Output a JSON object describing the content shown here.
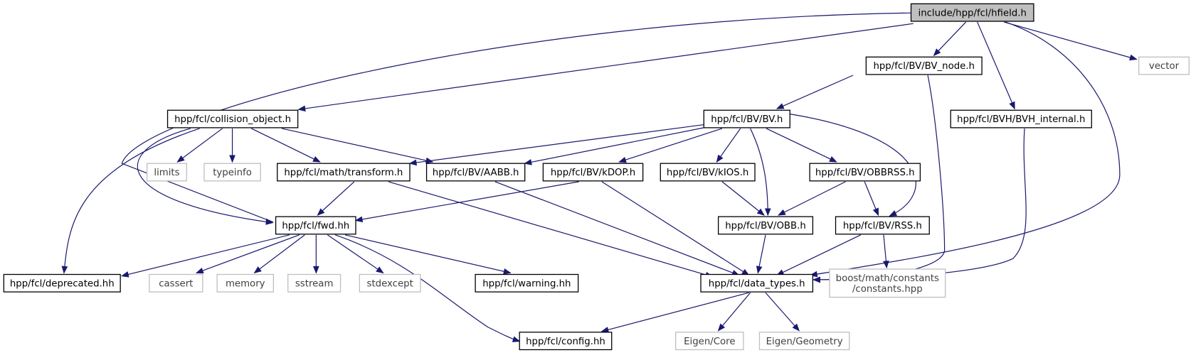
{
  "diagram": {
    "type": "include-dependency-graph",
    "nodes": [
      {
        "id": "hfield",
        "label": "include/hpp/fcl/hfield.h",
        "kind": "root"
      },
      {
        "id": "bvnode",
        "label": "hpp/fcl/BV/BV_node.h",
        "kind": "internal"
      },
      {
        "id": "vector",
        "label": "vector",
        "kind": "external"
      },
      {
        "id": "collobj",
        "label": "hpp/fcl/collision_object.h",
        "kind": "internal"
      },
      {
        "id": "bv",
        "label": "hpp/fcl/BV/BV.h",
        "kind": "internal"
      },
      {
        "id": "bvhint",
        "label": "hpp/fcl/BVH/BVH_internal.h",
        "kind": "internal"
      },
      {
        "id": "limits",
        "label": "limits",
        "kind": "external"
      },
      {
        "id": "typeinfo",
        "label": "typeinfo",
        "kind": "external"
      },
      {
        "id": "transform",
        "label": "hpp/fcl/math/transform.h",
        "kind": "internal"
      },
      {
        "id": "aabb",
        "label": "hpp/fcl/BV/AABB.h",
        "kind": "internal"
      },
      {
        "id": "kdop",
        "label": "hpp/fcl/BV/kDOP.h",
        "kind": "internal"
      },
      {
        "id": "kios",
        "label": "hpp/fcl/BV/kIOS.h",
        "kind": "internal"
      },
      {
        "id": "obbrss",
        "label": "hpp/fcl/BV/OBBRSS.h",
        "kind": "internal"
      },
      {
        "id": "fwd",
        "label": "hpp/fcl/fwd.hh",
        "kind": "internal"
      },
      {
        "id": "obb",
        "label": "hpp/fcl/BV/OBB.h",
        "kind": "internal"
      },
      {
        "id": "rss",
        "label": "hpp/fcl/BV/RSS.h",
        "kind": "internal"
      },
      {
        "id": "deprecated",
        "label": "hpp/fcl/deprecated.hh",
        "kind": "internal"
      },
      {
        "id": "cassert",
        "label": "cassert",
        "kind": "external"
      },
      {
        "id": "memory",
        "label": "memory",
        "kind": "external"
      },
      {
        "id": "sstream",
        "label": "sstream",
        "kind": "external"
      },
      {
        "id": "stdexcept",
        "label": "stdexcept",
        "kind": "external"
      },
      {
        "id": "warning",
        "label": "hpp/fcl/warning.hh",
        "kind": "internal"
      },
      {
        "id": "datatypes",
        "label": "hpp/fcl/data_types.h",
        "kind": "internal"
      },
      {
        "id": "boostconst",
        "label": "boost/math/constants\n/constants.hpp",
        "kind": "external"
      },
      {
        "id": "config",
        "label": "hpp/fcl/config.hh",
        "kind": "internal"
      },
      {
        "id": "eigencore",
        "label": "Eigen/Core",
        "kind": "external"
      },
      {
        "id": "eigengeom",
        "label": "Eigen/Geometry",
        "kind": "external"
      }
    ],
    "edges": [
      {
        "from": "hfield",
        "to": "bvnode"
      },
      {
        "from": "hfield",
        "to": "vector"
      },
      {
        "from": "hfield",
        "to": "bvhint"
      },
      {
        "from": "hfield",
        "to": "collobj"
      },
      {
        "from": "hfield",
        "to": "fwd"
      },
      {
        "from": "hfield",
        "to": "datatypes"
      },
      {
        "from": "bvnode",
        "to": "bv"
      },
      {
        "from": "bvnode",
        "to": "datatypes"
      },
      {
        "from": "bvhint",
        "to": "datatypes"
      },
      {
        "from": "collobj",
        "to": "limits"
      },
      {
        "from": "collobj",
        "to": "typeinfo"
      },
      {
        "from": "collobj",
        "to": "transform"
      },
      {
        "from": "collobj",
        "to": "aabb"
      },
      {
        "from": "collobj",
        "to": "fwd"
      },
      {
        "from": "collobj",
        "to": "deprecated"
      },
      {
        "from": "bv",
        "to": "transform"
      },
      {
        "from": "bv",
        "to": "aabb"
      },
      {
        "from": "bv",
        "to": "kdop"
      },
      {
        "from": "bv",
        "to": "kios"
      },
      {
        "from": "bv",
        "to": "obbrss"
      },
      {
        "from": "bv",
        "to": "obb"
      },
      {
        "from": "bv",
        "to": "rss"
      },
      {
        "from": "transform",
        "to": "fwd"
      },
      {
        "from": "transform",
        "to": "datatypes"
      },
      {
        "from": "aabb",
        "to": "datatypes"
      },
      {
        "from": "kdop",
        "to": "fwd"
      },
      {
        "from": "kdop",
        "to": "datatypes"
      },
      {
        "from": "kios",
        "to": "obb"
      },
      {
        "from": "obbrss",
        "to": "obb"
      },
      {
        "from": "obbrss",
        "to": "rss"
      },
      {
        "from": "obb",
        "to": "datatypes"
      },
      {
        "from": "rss",
        "to": "datatypes"
      },
      {
        "from": "rss",
        "to": "boostconst"
      },
      {
        "from": "fwd",
        "to": "deprecated"
      },
      {
        "from": "fwd",
        "to": "cassert"
      },
      {
        "from": "fwd",
        "to": "memory"
      },
      {
        "from": "fwd",
        "to": "sstream"
      },
      {
        "from": "fwd",
        "to": "stdexcept"
      },
      {
        "from": "fwd",
        "to": "warning"
      },
      {
        "from": "fwd",
        "to": "config"
      },
      {
        "from": "datatypes",
        "to": "config"
      },
      {
        "from": "datatypes",
        "to": "eigencore"
      },
      {
        "from": "datatypes",
        "to": "eigengeom"
      }
    ]
  }
}
